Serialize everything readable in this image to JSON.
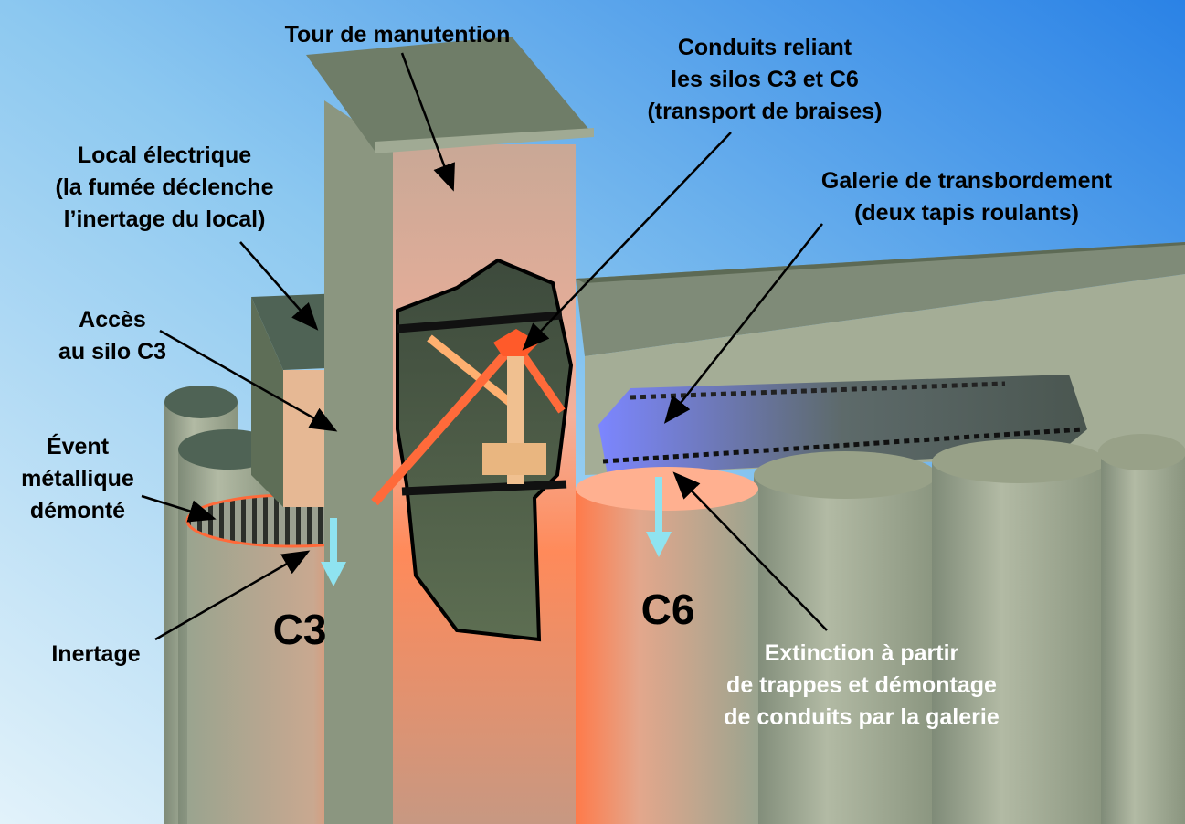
{
  "labels": {
    "tour": "Tour de manutention",
    "conduits": [
      "Conduits reliant",
      "les silos C3 et C6",
      "(transport de braises)"
    ],
    "local": [
      "Local électrique",
      "(la fumée déclenche",
      "l’inertage du local)"
    ],
    "galerie": [
      "Galerie de transbordement",
      "(deux tapis roulants)"
    ],
    "acces": [
      "Accès",
      "au silo C3"
    ],
    "event": [
      "Évent",
      "métallique",
      "démonté"
    ],
    "inertage": "Inertage",
    "extinction": [
      "Extinction à partir",
      "de trappes et démontage",
      "de conduits par la galerie"
    ],
    "silo_c3": "C3",
    "silo_c6": "C6"
  },
  "colors": {
    "sky_top": "#2f86e6",
    "sky_bottom": "#d6ecf8",
    "concrete": "#9ea88f",
    "fire": "#ff6a2a",
    "flow_arrow": "#8fe3f0"
  }
}
